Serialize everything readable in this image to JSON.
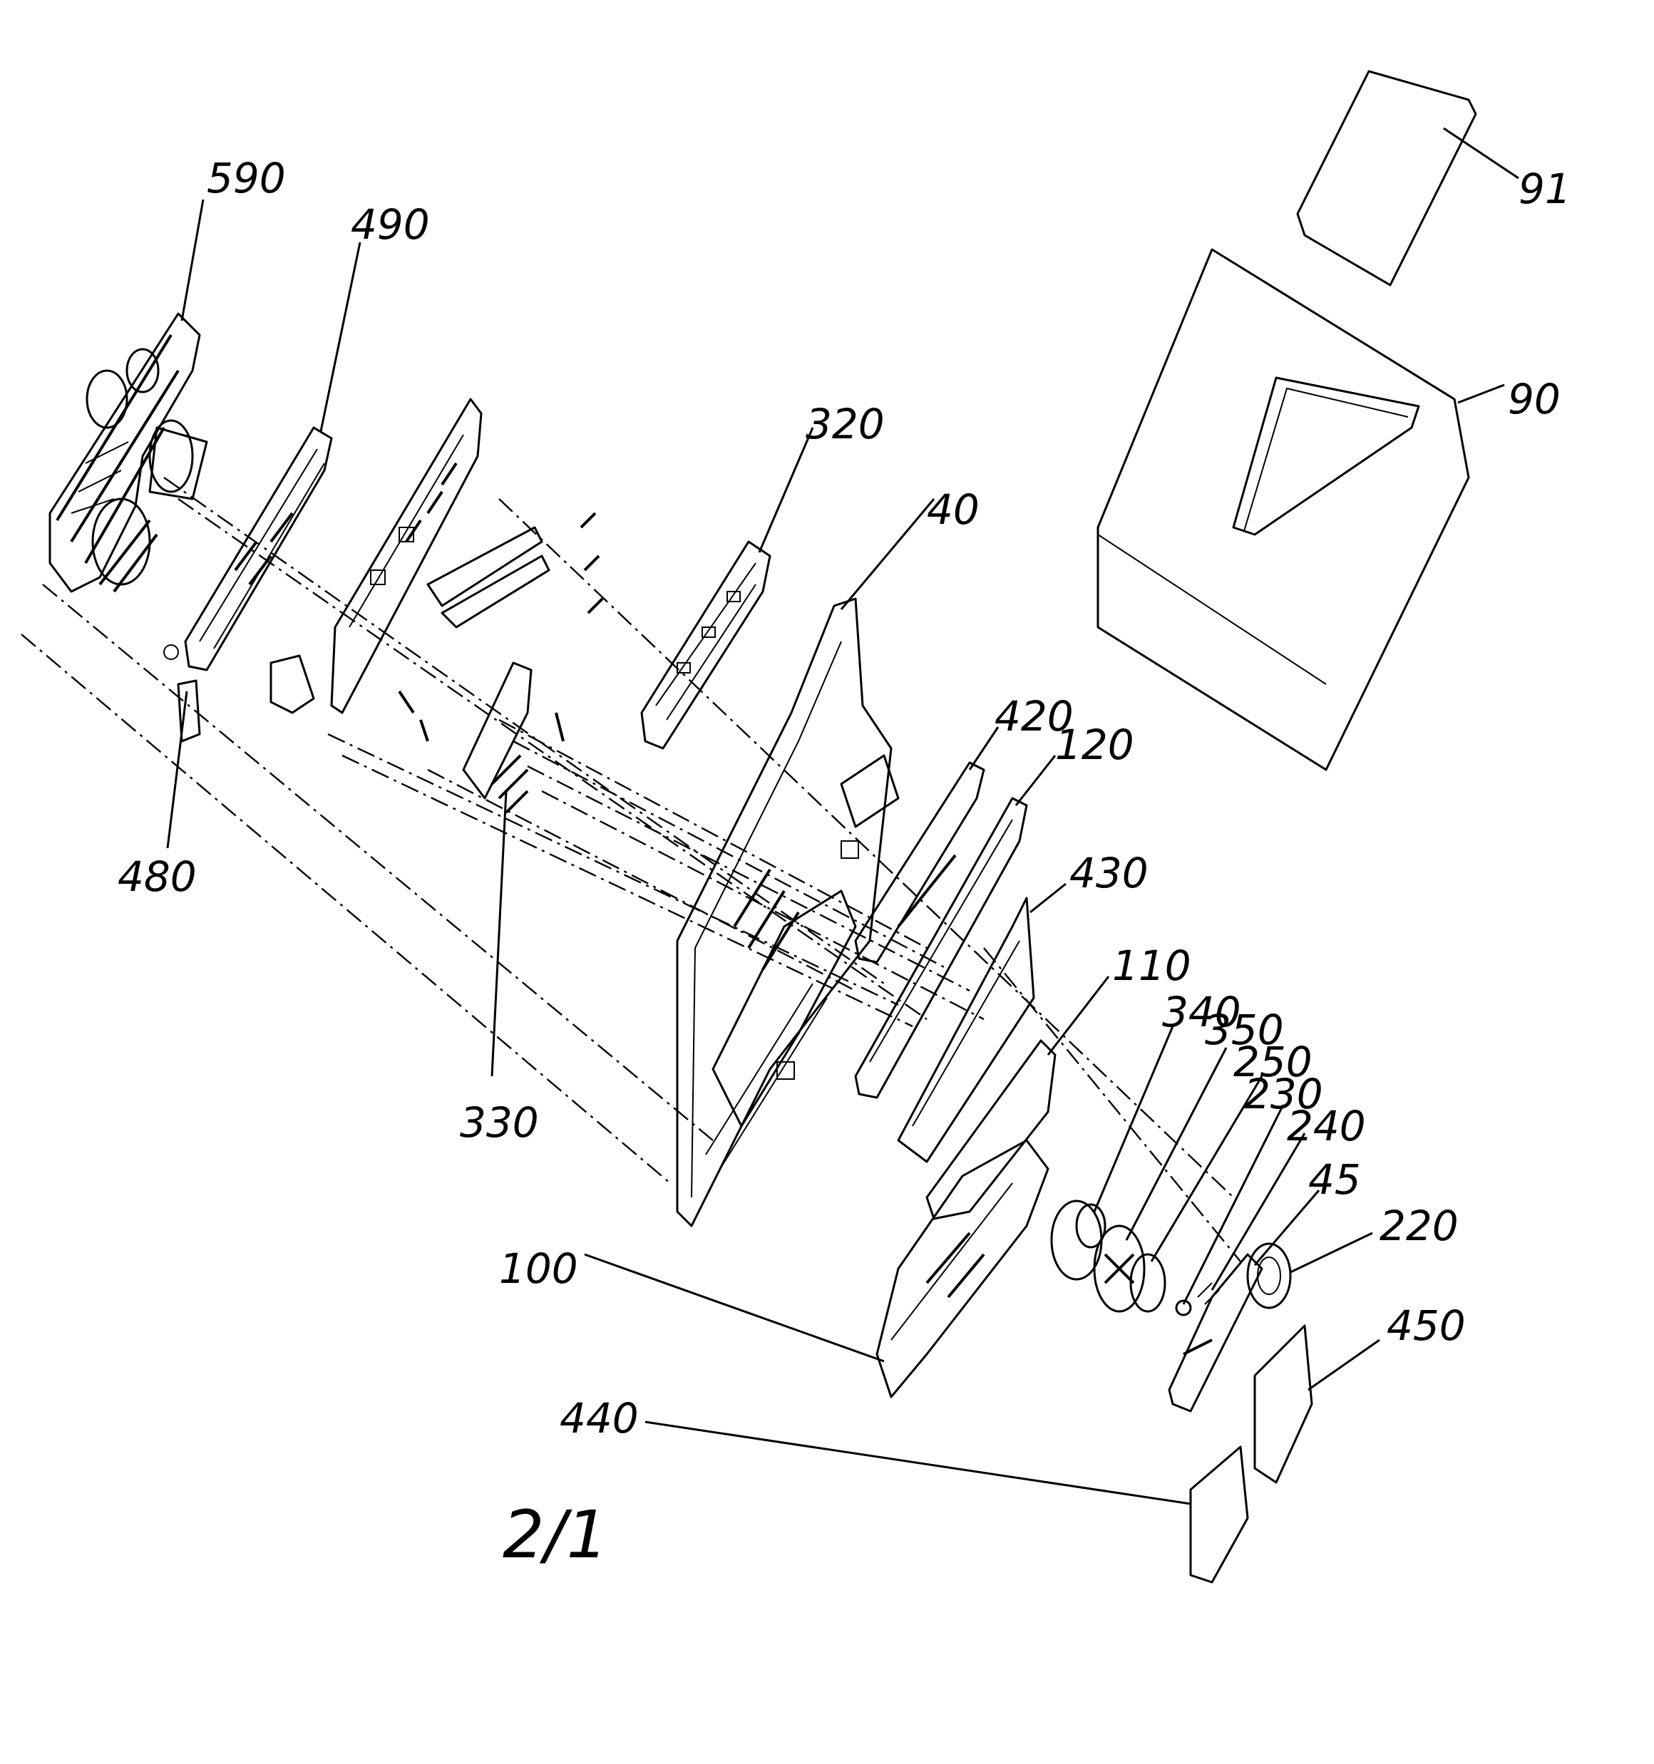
{
  "sheet_label": "2/1",
  "reference_numerals": [
    {
      "id": "590",
      "text": "590"
    },
    {
      "id": "490",
      "text": "490"
    },
    {
      "id": "480",
      "text": "480"
    },
    {
      "id": "330",
      "text": "330"
    },
    {
      "id": "320",
      "text": "320"
    },
    {
      "id": "40",
      "text": "40"
    },
    {
      "id": "420",
      "text": "420"
    },
    {
      "id": "120",
      "text": "120"
    },
    {
      "id": "430",
      "text": "430"
    },
    {
      "id": "110",
      "text": "110"
    },
    {
      "id": "340",
      "text": "340"
    },
    {
      "id": "350",
      "text": "350"
    },
    {
      "id": "250",
      "text": "250"
    },
    {
      "id": "230",
      "text": "230"
    },
    {
      "id": "240",
      "text": "240"
    },
    {
      "id": "45",
      "text": "45"
    },
    {
      "id": "220",
      "text": "220"
    },
    {
      "id": "450",
      "text": "450"
    },
    {
      "id": "440",
      "text": "440"
    },
    {
      "id": "100",
      "text": "100"
    },
    {
      "id": "91",
      "text": "91"
    },
    {
      "id": "90",
      "text": "90"
    }
  ]
}
